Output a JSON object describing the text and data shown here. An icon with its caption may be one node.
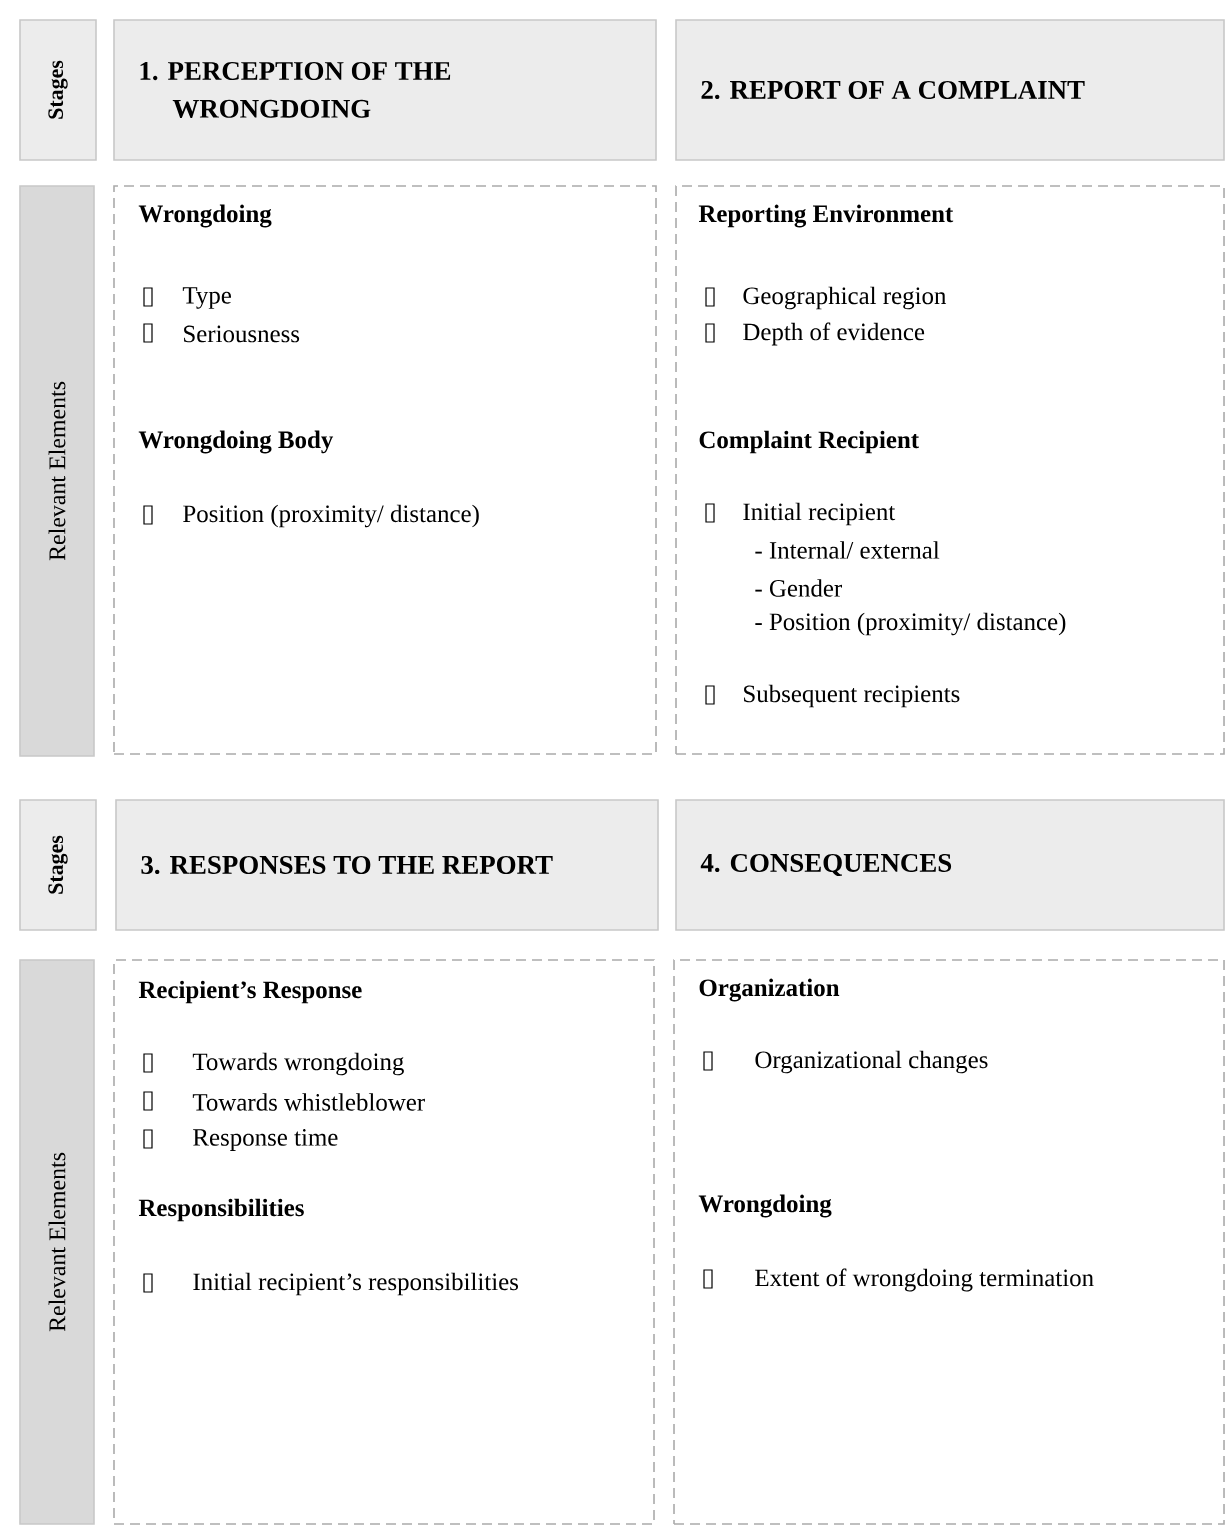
{
  "diagram": {
    "nodes": [
      {
        "text": [
          "Stages"
        ]
      },
      {
        "text": [
          "1. PERCEPTION OF THE WRONGDOING"
        ]
      },
      {
        "text": [
          "2. REPORT OF A COMPLAINT"
        ]
      },
      {
        "text": [
          "Relevant Elements"
        ]
      },
      {
        "text": [
          "Wrongdoing",
          "Type",
          "Seriousness",
          "Wrongdoing Body",
          "Position (proximity/ distance)"
        ]
      },
      {
        "text": [
          "Reporting Environment",
          "Geographical region",
          "Depth of evidence",
          "Complaint Recipient",
          "Initial recipient",
          "- Internal/ external",
          "- Gender",
          "- Position (proximity/ distance)",
          "Subsequent recipients"
        ]
      },
      {
        "text": [
          "Stages"
        ]
      },
      {
        "text": [
          "3. RESPONSES TO THE REPORT"
        ]
      },
      {
        "text": [
          "4. CONSEQUENCES"
        ]
      },
      {
        "text": [
          "Relevant Elements"
        ]
      },
      {
        "text": [
          "Recipient’s Response",
          "Towards wrongdoing",
          "Towards whistleblower",
          "Response time",
          "Responsibilities",
          "Initial recipient’s responsibilities"
        ]
      },
      {
        "text": [
          "Organization",
          "Organizational changes",
          "Wrongdoing",
          "Extent of wrongdoing termination"
        ]
      }
    ],
    "edges": []
  }
}
